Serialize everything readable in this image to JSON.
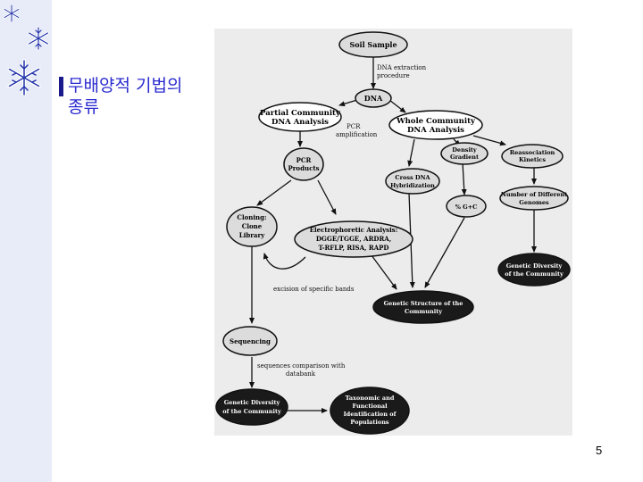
{
  "slide": {
    "title_line1": "무배양적 기법의",
    "title_line2": "종류",
    "page_number": "5"
  },
  "colors": {
    "sidebar": "#e8ecf8",
    "title_bar": "#1a1a8c",
    "title_text": "#2a2ad0",
    "figure_bg": "#ececec",
    "node_light": "#dcdcdc",
    "node_dark": "#1a1a1a"
  },
  "diagram": {
    "nodes": {
      "soil_sample": "Soil Sample",
      "dna": "DNA",
      "partial_1": "Partial Community",
      "partial_2": "DNA Analysis",
      "whole_1": "Whole Community",
      "whole_2": "DNA Analysis",
      "pcr_products_1": "PCR",
      "pcr_products_2": "Products",
      "density_1": "Density",
      "density_2": "Gradient",
      "reassoc_1": "Reassociation",
      "reassoc_2": "Kinetics",
      "cross_1": "Cross DNA",
      "cross_2": "Hybridization",
      "gc": "% G+C",
      "number_1": "Number of Different",
      "number_2": "Genomes",
      "cloning_1": "Cloning:",
      "cloning_2": "Clone",
      "cloning_3": "Library",
      "electro_1": "Electrophoretic Analysis:",
      "electro_2": "DGGE/TGGE, ARDRA,",
      "electro_3": "T-RFLP, RISA, RAPD",
      "gen_div_right_1": "Genetic Diversity",
      "gen_div_right_2": "of the Community",
      "gen_struct_1": "Genetic Structure of the",
      "gen_struct_2": "Community",
      "sequencing": "Sequencing",
      "gen_div_left_1": "Genetic Diversity",
      "gen_div_left_2": "of the Community",
      "taxo_1": "Taxonomic and",
      "taxo_2": "Functional",
      "taxo_3": "Identification of",
      "taxo_4": "Populations"
    },
    "labels": {
      "dna_extraction_1": "DNA extraction",
      "dna_extraction_2": "procedure",
      "pcr_amp_1": "PCR",
      "pcr_amp_2": "amplification",
      "excision": "excision of specific bands",
      "seq_comp_1": "sequences comparison with",
      "seq_comp_2": "databank"
    }
  }
}
